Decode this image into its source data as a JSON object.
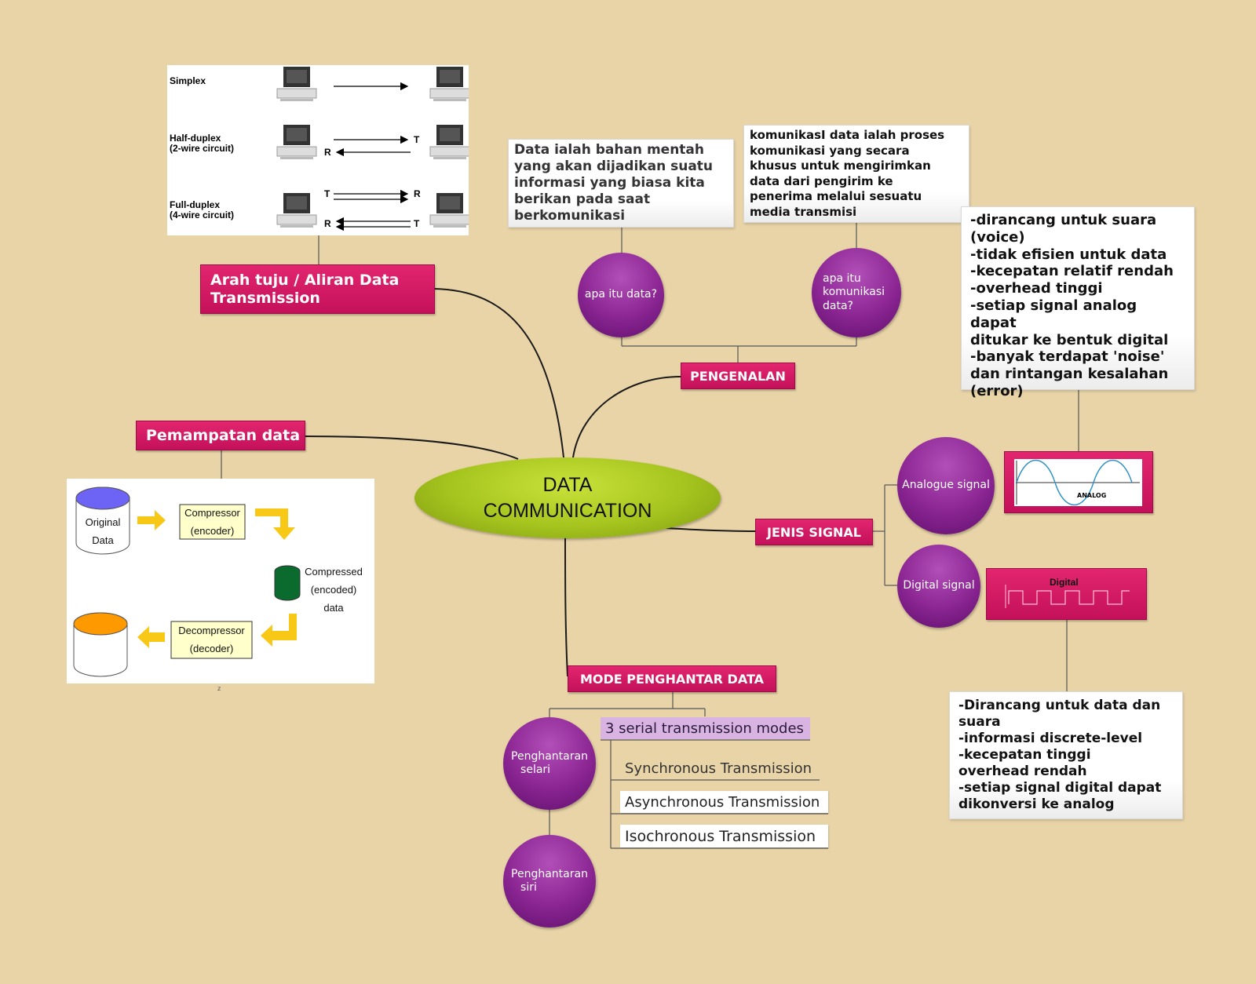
{
  "center": {
    "line1": "DATA",
    "line2": "COMMUNICATION"
  },
  "branches": {
    "arah": {
      "line1": "Arah tuju / Aliran Data",
      "line2": "Transmission"
    },
    "pengenalan": "PENGENALAN",
    "pemampatan": "Pemampatan data",
    "jenis_signal": "JENIS SIGNAL",
    "mode": "MODE PENGHANTAR DATA"
  },
  "pengenalan": {
    "data_node": "apa itu data?",
    "komunikasi_node": {
      "line1": "apa itu",
      "line2": "komunikasi",
      "line3": "data?"
    },
    "data_note": [
      "Data ialah bahan mentah",
      "yang akan dijadikan suatu",
      "informasi yang biasa kita",
      "berikan pada saat",
      "berkomunikasi"
    ],
    "komunikasi_note": [
      "komunikasI data ialah proses",
      "komunikasi  yang secara",
      "khusus untuk mengirimkan",
      "data dari pengirim ke",
      "penerima melalui sesuatu",
      "media transmisi"
    ]
  },
  "transmission_figure": {
    "simplex": "Simplex",
    "half_duplex": [
      "Half-duplex",
      "(2-wire circuit)"
    ],
    "full_duplex": [
      "Full-duplex",
      "(4-wire circuit)"
    ],
    "t": "T",
    "r": "R"
  },
  "compression_figure": {
    "original": [
      "Original",
      "Data"
    ],
    "compressor": [
      "Compressor",
      "(encoder)"
    ],
    "compressed": [
      "Compressed",
      "(encoded)",
      "data"
    ],
    "decompressor": [
      "Decompressor",
      "(decoder)"
    ],
    "caption": "z"
  },
  "signal": {
    "analogue_node": "Analogue signal",
    "digital_node": "Digital signal",
    "analog_caption": "ANALOG",
    "digital_caption": "Digital",
    "analog_note": [
      "-dirancang untuk suara",
      "(voice)",
      "-tidak efisien untuk data",
      "-kecepatan relatif rendah",
      "-overhead tinggi",
      "-setiap signal analog dapat",
      "ditukar ke  bentuk digital",
      "-banyak terdapat 'noise'",
      "dan rintangan kesalahan",
      "(error)"
    ],
    "digital_note": [
      "-Dirancang untuk data dan",
      "suara",
      "-informasi discrete-level",
      "-kecepatan tinggi",
      "overhead rendah",
      "-setiap signal digital dapat",
      "dikonversi ke analog"
    ]
  },
  "mode": {
    "selari": {
      "line1": "Penghantaran",
      "line2": "selari"
    },
    "siri": {
      "line1": "Penghantaran",
      "line2": "siri"
    },
    "serial_heading": "3 serial transmission modes",
    "sync": "Synchronous Transmission",
    "async": "Asynchronous Transmission",
    "iso": "Isochronous Transmission"
  },
  "colors": {
    "background": "#e9d4a8",
    "branch_pink": "#d41a66",
    "node_purple": "#8a2592",
    "center_green": "#9cbf1c"
  }
}
